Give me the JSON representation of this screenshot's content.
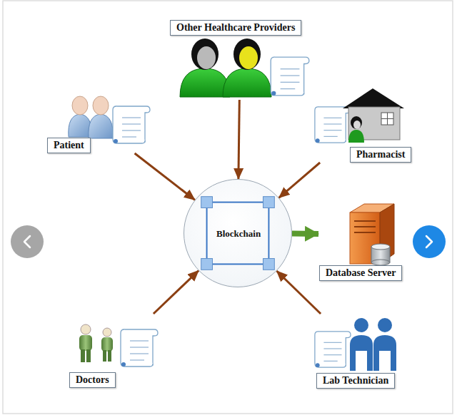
{
  "diagram": {
    "nodes": [
      {
        "text": [
          "Other Healthcare Providers"
        ]
      },
      {
        "text": [
          "Patient"
        ]
      },
      {
        "text": [
          "Pharmacist"
        ]
      },
      {
        "text": [
          "Blockchain"
        ]
      },
      {
        "text": [
          "Database Server"
        ]
      },
      {
        "text": [
          "Doctors"
        ]
      },
      {
        "text": [
          "Lab Technician"
        ]
      }
    ],
    "edges": [
      {
        "from": 0,
        "to": 3,
        "arrow": "to"
      },
      {
        "from": 1,
        "to": 3,
        "arrow": "to"
      },
      {
        "from": 2,
        "to": 3,
        "arrow": "to"
      },
      {
        "from": 3,
        "to": 4,
        "arrow": "to"
      },
      {
        "from": 5,
        "to": 3,
        "arrow": "to"
      },
      {
        "from": 6,
        "to": 3,
        "arrow": "to"
      }
    ]
  }
}
